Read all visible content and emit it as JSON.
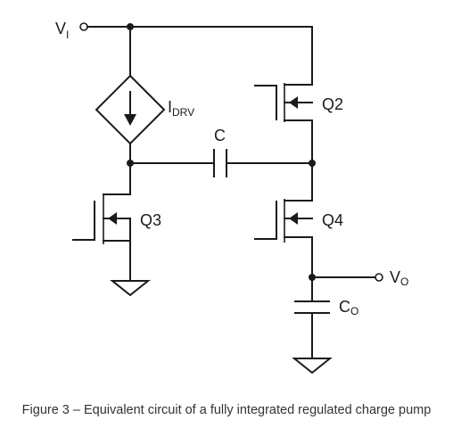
{
  "labels": {
    "vi_main": "V",
    "vi_sub": "I",
    "idrv_main": "I",
    "idrv_sub": "DRV",
    "cap_c": "C",
    "q2": "Q2",
    "q3": "Q3",
    "q4": "Q4",
    "vo_main": "V",
    "vo_sub": "O",
    "co_main": "C",
    "co_sub": "O"
  },
  "caption": "Figure 3 – Equivalent circuit of a fully integrated regulated charge pump"
}
